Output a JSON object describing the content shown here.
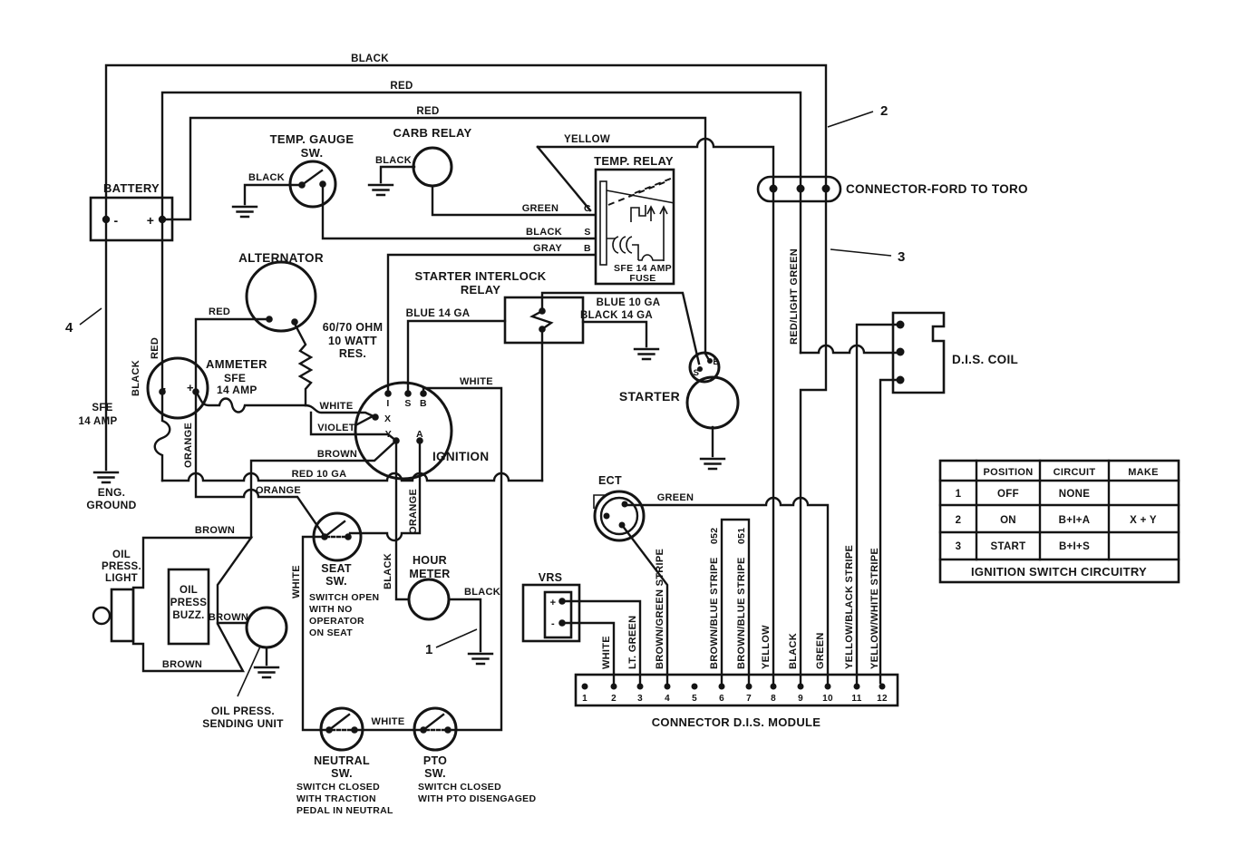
{
  "diagram": {
    "callouts": {
      "c1": "1",
      "c2": "2",
      "c3": "3",
      "c4": "4"
    },
    "top_wires": {
      "black": "BLACK",
      "red1": "RED",
      "red2": "RED",
      "yellow": "YELLOW"
    },
    "battery": {
      "title": "BATTERY",
      "minus": "-",
      "plus": "+"
    },
    "eng_ground": {
      "line1": "ENG.",
      "line2": "GROUND",
      "wire": "BLACK"
    },
    "temp_gauge_sw": {
      "title1": "TEMP. GAUGE",
      "title2": "SW.",
      "wire": "BLACK"
    },
    "carb_relay": {
      "title": "CARB RELAY",
      "wire": "BLACK"
    },
    "temp_relay": {
      "title": "TEMP. RELAY",
      "terminal_c": "C",
      "terminal_s": "S",
      "terminal_b": "B",
      "wire_c": "GREEN",
      "wire_s": "BLACK",
      "wire_b": "GRAY",
      "fuse1": "SFE 14 AMP",
      "fuse2": "FUSE"
    },
    "connector_ford": {
      "label": "CONNECTOR-FORD TO TORO",
      "wire": "RED/LIGHT GREEN"
    },
    "alternator": {
      "title": "ALTERNATOR",
      "wire": "RED"
    },
    "ammeter": {
      "title": "AMMETER",
      "fuse1": "SFE",
      "fuse2": "14 AMP",
      "minus": "-",
      "plus": "+",
      "wire": "RED"
    },
    "resistor": {
      "line1": "60/70 OHM",
      "line2": "10 WATT",
      "line3": "RES."
    },
    "left_fuse": {
      "line1": "SFE",
      "line2": "14 AMP"
    },
    "interlock": {
      "title1": "STARTER INTERLOCK",
      "title2": "RELAY",
      "wire_blue14": "BLUE 14 GA",
      "wire_blue10": "BLUE 10 GA",
      "wire_black14": "BLACK 14 GA"
    },
    "ignition": {
      "title": "IGNITION",
      "t_i": "I",
      "t_s": "S",
      "t_b": "B",
      "t_x": "X",
      "t_y": "Y",
      "t_a": "A",
      "wire_white_b": "WHITE",
      "wire_white_x": "WHITE",
      "wire_violet": "VIOLET",
      "wire_brown": "BROWN",
      "wire_red10": "RED 10 GA",
      "wire_orange_left": "ORANGE",
      "wire_orange_mid": "ORANGE",
      "wire_orange_a": "ORANGE"
    },
    "starter": {
      "title": "STARTER",
      "t_s": "S",
      "t_b": "B"
    },
    "dis_coil": {
      "title": "D.I.S. COIL"
    },
    "ect": {
      "title": "ECT",
      "wire": "GREEN"
    },
    "vrs": {
      "title": "VRS",
      "plus": "+",
      "minus": "-"
    },
    "oil": {
      "light1": "OIL",
      "light2": "PRESS.",
      "light3": "LIGHT",
      "buzz1": "OIL",
      "buzz2": "PRESS",
      "buzz3": "BUZZ.",
      "wire_top": "BROWN",
      "wire_mid": "BROWN",
      "wire_bottom": "BROWN",
      "sending1": "OIL PRESS.",
      "sending2": "SENDING UNIT"
    },
    "seat_sw": {
      "title1": "SEAT",
      "title2": "SW.",
      "note1": "SWITCH OPEN",
      "note2": "WITH NO",
      "note3": "OPERATOR",
      "note4": "ON SEAT",
      "wire_white": "WHITE",
      "wire_black": "BLACK"
    },
    "hour_meter": {
      "title1": "HOUR",
      "title2": "METER",
      "wire": "BLACK"
    },
    "neutral_sw": {
      "title1": "NEUTRAL",
      "title2": "SW.",
      "note1": "SWITCH CLOSED",
      "note2": "WITH TRACTION",
      "note3": "PEDAL IN NEUTRAL"
    },
    "pto_sw": {
      "title1": "PTO",
      "title2": "SW.",
      "note1": "SWITCH CLOSED",
      "note2": "WITH PTO DISENGAGED",
      "wire": "WHITE"
    },
    "dis_module": {
      "label": "CONNECTOR  D.I.S.  MODULE",
      "pins": [
        "1",
        "2",
        "3",
        "4",
        "5",
        "6",
        "7",
        "8",
        "9",
        "10",
        "11",
        "12"
      ],
      "w2": "WHITE",
      "w3": "LT. GREEN",
      "w4": "BROWN/GREEN STRIPE",
      "w6": "BROWN/BLUE STRIPE",
      "w7": "BROWN/BLUE STRIPE",
      "w8": "YELLOW",
      "w9": "BLACK",
      "w10": "GREEN",
      "w11": "YELLOW/BLACK STRIPE",
      "w12": "YELLOW/WHITE STRIPE",
      "tag6": "052",
      "tag7": "051"
    },
    "table": {
      "headers": [
        "",
        "POSITION",
        "CIRCUIT",
        "MAKE"
      ],
      "rows": [
        [
          "1",
          "OFF",
          "NONE",
          ""
        ],
        [
          "2",
          "ON",
          "B+I+A",
          "X + Y"
        ],
        [
          "3",
          "START",
          "B+I+S",
          ""
        ]
      ],
      "title": "IGNITION SWITCH CIRCUITRY"
    }
  }
}
